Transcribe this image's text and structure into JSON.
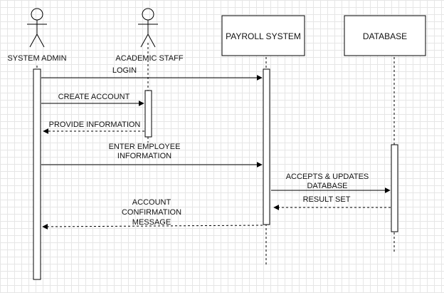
{
  "participants": {
    "system_admin": "SYSTEM ADMIN",
    "academic_staff": "ACADEMIC STAFF",
    "payroll_system": "PAYROLL SYSTEM",
    "database": "DATABASE"
  },
  "messages": {
    "login": "LOGIN",
    "create_account": "CREATE ACCOUNT",
    "provide_information": "PROVIDE INFORMATION",
    "enter_employee_1": "ENTER EMPLOYEE",
    "enter_employee_2": "INFORMATION",
    "accepts_updates_1": "ACCEPTS & UPDATES",
    "accepts_updates_2": "DATABASE",
    "result_set": "RESULT SET",
    "account_confirmation_1": "ACCOUNT",
    "account_confirmation_2": "CONFIRMATION",
    "account_confirmation_3": "MESSAGE"
  }
}
